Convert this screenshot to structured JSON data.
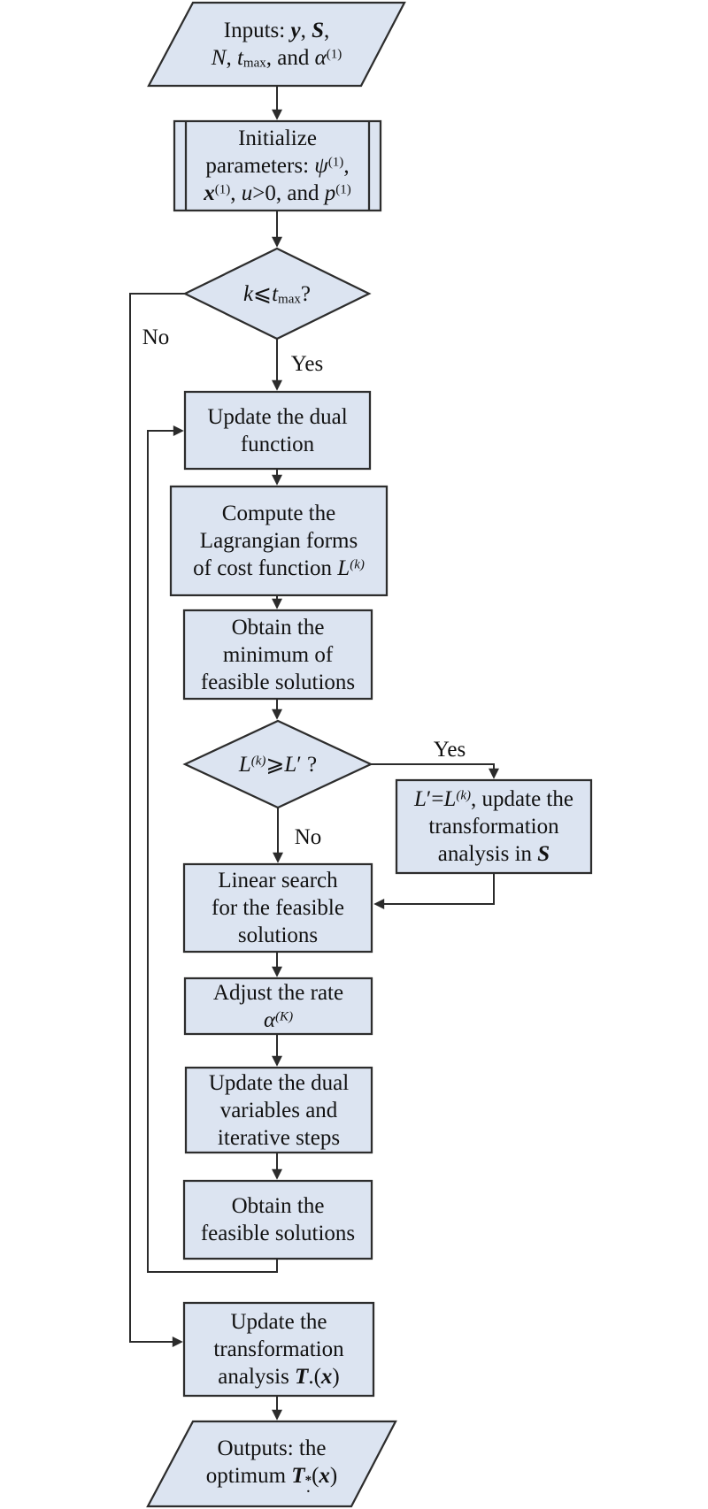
{
  "diagram": {
    "type": "flowchart",
    "colors": {
      "background": "#ffffff",
      "node_fill": "#dce4f1",
      "node_border": "#2d2d2d",
      "line": "#2b2b2b",
      "text": "#111111"
    },
    "nodes": [
      {
        "id": "inputs",
        "shape": "parallelogram",
        "lines": [
          [
            {
              "t": "Inputs: "
            },
            {
              "t": "y",
              "s": "bi"
            },
            {
              "t": ", "
            },
            {
              "t": "S",
              "s": "bi"
            },
            {
              "t": ","
            }
          ],
          [
            {
              "t": "N",
              "s": "i"
            },
            {
              "t": ", "
            },
            {
              "t": "t",
              "s": "i"
            },
            {
              "t": "max",
              "s": "sub"
            },
            {
              "t": ", and "
            },
            {
              "t": "α",
              "s": "i"
            },
            {
              "t": "(1)",
              "s": "sup"
            }
          ]
        ]
      },
      {
        "id": "initialize",
        "shape": "predefined-process",
        "lines": [
          [
            {
              "t": "Initialize"
            }
          ],
          [
            {
              "t": "parameters: "
            },
            {
              "t": "ψ",
              "s": "i"
            },
            {
              "t": "(1)",
              "s": "sup"
            },
            {
              "t": ","
            }
          ],
          [
            {
              "t": "x",
              "s": "bi"
            },
            {
              "t": "(1)",
              "s": "sup"
            },
            {
              "t": ", "
            },
            {
              "t": "u",
              "s": "i"
            },
            {
              "t": ">0, and "
            },
            {
              "t": "p",
              "s": "i"
            },
            {
              "t": "(1)",
              "s": "sup"
            }
          ]
        ]
      },
      {
        "id": "check-iterations",
        "shape": "decision",
        "lines": [
          [
            {
              "t": "k",
              "s": "i"
            },
            {
              "t": "⩽"
            },
            {
              "t": "t",
              "s": "i"
            },
            {
              "t": "max",
              "s": "sub"
            },
            {
              "t": "?"
            }
          ]
        ]
      },
      {
        "id": "update-dual-function",
        "shape": "process",
        "lines": [
          [
            {
              "t": "Update the dual"
            }
          ],
          [
            {
              "t": "function"
            }
          ]
        ]
      },
      {
        "id": "compute-lagrangian",
        "shape": "process",
        "lines": [
          [
            {
              "t": "Compute the"
            }
          ],
          [
            {
              "t": "Lagrangian forms"
            }
          ],
          [
            {
              "t": "of cost function "
            },
            {
              "t": "L",
              "s": "i"
            },
            {
              "t": "(k)",
              "s": "supi"
            }
          ]
        ]
      },
      {
        "id": "obtain-minimum",
        "shape": "process",
        "lines": [
          [
            {
              "t": "Obtain the"
            }
          ],
          [
            {
              "t": "minimum of"
            }
          ],
          [
            {
              "t": "feasible solutions"
            }
          ]
        ]
      },
      {
        "id": "check-cost",
        "shape": "decision",
        "lines": [
          [
            {
              "t": "L",
              "s": "i"
            },
            {
              "t": "(k)",
              "s": "supi"
            },
            {
              "t": "⩾"
            },
            {
              "t": "L",
              "s": "i"
            },
            {
              "t": "′ ?"
            }
          ]
        ]
      },
      {
        "id": "update-transformation-s",
        "shape": "process",
        "lines": [
          [
            {
              "t": "L",
              "s": "i"
            },
            {
              "t": "′="
            },
            {
              "t": "L",
              "s": "i"
            },
            {
              "t": "(k)",
              "s": "supi"
            },
            {
              "t": ", update the"
            }
          ],
          [
            {
              "t": "transformation"
            }
          ],
          [
            {
              "t": "analysis in "
            },
            {
              "t": "S",
              "s": "bi"
            }
          ]
        ]
      },
      {
        "id": "linear-search",
        "shape": "process",
        "lines": [
          [
            {
              "t": "Linear search"
            }
          ],
          [
            {
              "t": "for the feasible"
            }
          ],
          [
            {
              "t": "solutions"
            }
          ]
        ]
      },
      {
        "id": "adjust-rate",
        "shape": "process",
        "lines": [
          [
            {
              "t": "Adjust the rate"
            }
          ],
          [
            {
              "t": "α",
              "s": "i"
            },
            {
              "t": "(K)",
              "s": "supi"
            }
          ]
        ]
      },
      {
        "id": "update-dual-variables",
        "shape": "process",
        "lines": [
          [
            {
              "t": "Update the dual"
            }
          ],
          [
            {
              "t": "variables and"
            }
          ],
          [
            {
              "t": "iterative steps"
            }
          ]
        ]
      },
      {
        "id": "obtain-feasible",
        "shape": "process",
        "lines": [
          [
            {
              "t": "Obtain the"
            }
          ],
          [
            {
              "t": "feasible solutions"
            }
          ]
        ]
      },
      {
        "id": "update-transformation-t",
        "shape": "process",
        "lines": [
          [
            {
              "t": "Update the"
            }
          ],
          [
            {
              "t": "transformation"
            }
          ],
          [
            {
              "t": "analysis "
            },
            {
              "t": "T",
              "s": "bi"
            },
            {
              "t": "."
            },
            {
              "t": "("
            },
            {
              "t": "x",
              "s": "bi"
            },
            {
              "t": ")"
            }
          ]
        ]
      },
      {
        "id": "outputs",
        "shape": "parallelogram",
        "lines": [
          [
            {
              "t": "Outputs: the"
            }
          ],
          [
            {
              "t": "optimum "
            },
            {
              "t": "T",
              "s": "bi"
            },
            {
              "t": "*",
              "b": ".",
              "s": "stack"
            },
            {
              "t": "("
            },
            {
              "t": "x",
              "s": "bi"
            },
            {
              "t": ")"
            }
          ]
        ]
      }
    ],
    "edge_labels": [
      {
        "id": "no-top",
        "text": "No"
      },
      {
        "id": "yes-top",
        "text": "Yes"
      },
      {
        "id": "yes-right",
        "text": "Yes"
      },
      {
        "id": "no-mid",
        "text": "No"
      }
    ]
  }
}
